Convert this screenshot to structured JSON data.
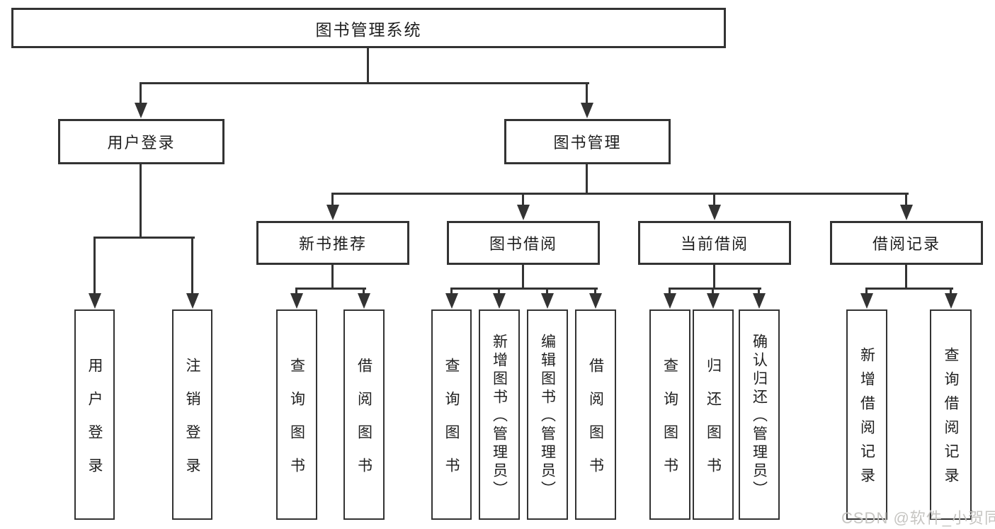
{
  "title": "图书管理系统",
  "level2": [
    {
      "label": "用户登录"
    },
    {
      "label": "图书管理"
    }
  ],
  "level3": [
    {
      "label": "新书推荐"
    },
    {
      "label": "图书借阅"
    },
    {
      "label": "当前借阅"
    },
    {
      "label": "借阅记录"
    }
  ],
  "leaves": {
    "user_login": [
      "用户登录",
      "注销登录"
    ],
    "new_book_rec": [
      "查询图书",
      "借阅图书"
    ],
    "book_borrow": [
      "查询图书",
      "新增图书（管理员）",
      "编辑图书（管理员）",
      "借阅图书"
    ],
    "current_borrow": [
      "查询图书",
      "归还图书",
      "确认归还（管理员）"
    ],
    "borrow_record": [
      "新增借阅记录",
      "查询借阅记录"
    ]
  },
  "watermark": "CSDN @软件_小贺同学",
  "colors": {
    "line": "#333333",
    "box_border": "#333333",
    "text": "#1f1f1f",
    "watermark": "#c6c5c2",
    "background": "#ffffff"
  }
}
